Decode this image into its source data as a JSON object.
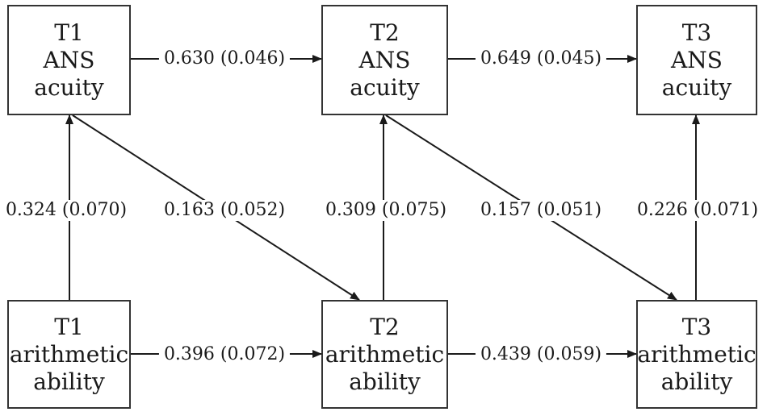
{
  "nodes": {
    "t1_ans": [
      "T1",
      "ANS",
      "acuity"
    ],
    "t2_ans": [
      "T2",
      "ANS",
      "acuity"
    ],
    "t3_ans": [
      "T3",
      "ANS",
      "acuity"
    ],
    "t1_arith": [
      "T1",
      "arithmetic",
      "ability"
    ],
    "t2_arith": [
      "T2",
      "arithmetic",
      "ability"
    ],
    "t3_arith": [
      "T3",
      "arithmetic",
      "ability"
    ]
  },
  "paths": {
    "t1_t2_ans": "0.630 (0.046)",
    "t2_t3_ans": "0.649 (0.045)",
    "t1_t2_arith": "0.396 (0.072)",
    "t2_t3_arith": "0.439 (0.059)",
    "t1_corr": "0.324 (0.070)",
    "t2_corr": "0.309 (0.075)",
    "t3_corr": "0.226 (0.071)",
    "t1ans_t2arith": "0.163 (0.052)",
    "t2ans_t3arith": "0.157 (0.051)"
  },
  "colors": {
    "line": "#1a1a1a",
    "border": "#333333"
  }
}
